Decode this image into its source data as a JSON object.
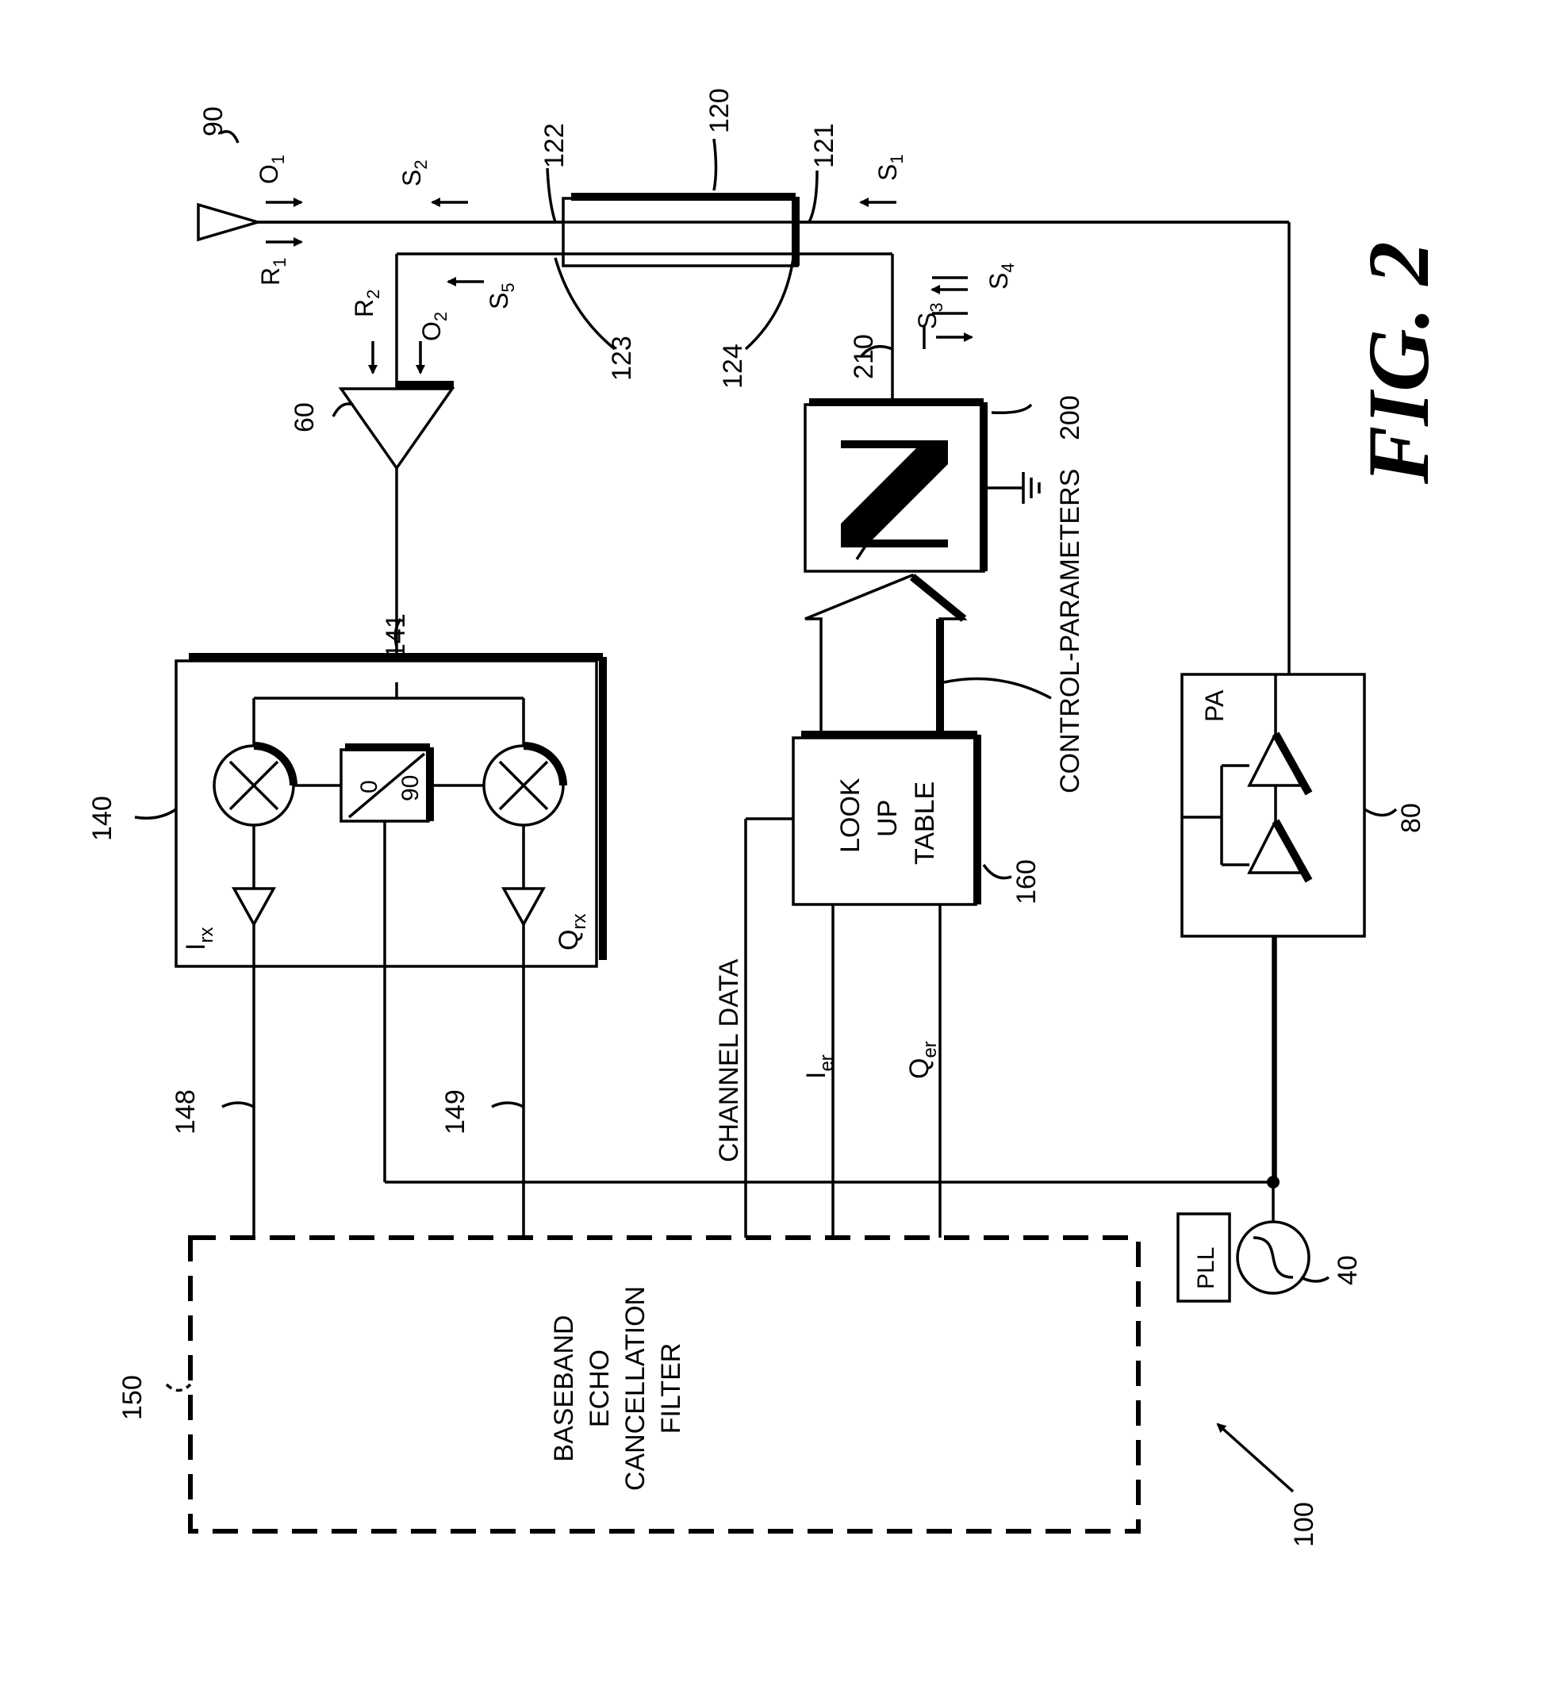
{
  "figure": {
    "title": "FIG. 2"
  },
  "refs": {
    "r90": "90",
    "r120": "120",
    "r121": "121",
    "r122": "122",
    "r123": "123",
    "r124": "124",
    "r60": "60",
    "r210": "210",
    "r200": "200",
    "r141": "141",
    "r140": "140",
    "r160": "160",
    "r80": "80",
    "r148": "148",
    "r149": "149",
    "r150": "150",
    "r40": "40",
    "r100": "100"
  },
  "signals": {
    "O1": "O",
    "O1_sub": "1",
    "R1": "R",
    "R1_sub": "1",
    "S1": "S",
    "S1_sub": "1",
    "S2": "S",
    "S2_sub": "2",
    "R2": "R",
    "R2_sub": "2",
    "O2": "O",
    "O2_sub": "2",
    "S5": "S",
    "S5_sub": "5",
    "S3": "S",
    "S3_sub": "3",
    "S4": "S",
    "S4_sub": "4",
    "Irx": "I",
    "Irx_sub": "rx",
    "Qrx": "Q",
    "Qrx_sub": "rx",
    "Ier": "I",
    "Ier_sub": "er",
    "Qer": "Q",
    "Qer_sub": "er"
  },
  "blocks": {
    "lookup_line1": "LOOK",
    "lookup_line2": "UP",
    "lookup_line3": "TABLE",
    "control_params": "CONTROL-PARAMETERS",
    "channel_data": "CHANNEL DATA",
    "pa": "PA",
    "pll": "PLL",
    "phase_0": "0",
    "phase_90": "90",
    "filter_line1": "BASEBAND",
    "filter_line2": "ECHO",
    "filter_line3": "CANCELLATION",
    "filter_line4": "FILTER"
  }
}
